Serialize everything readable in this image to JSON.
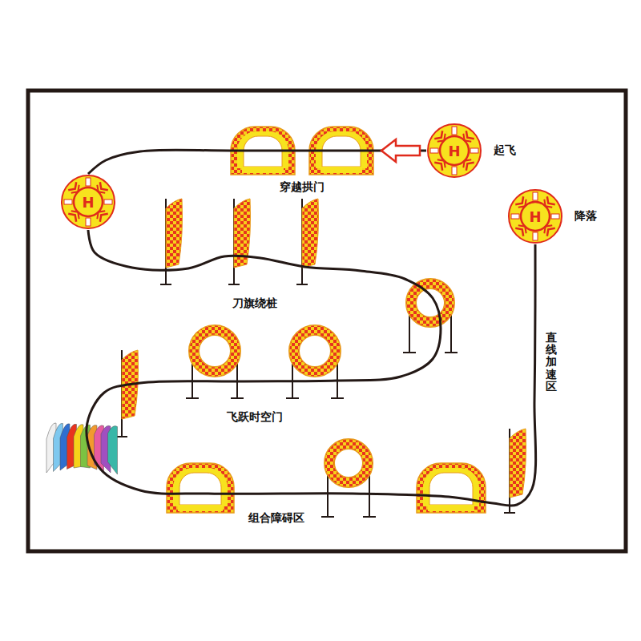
{
  "diagram": {
    "nodes": [
      {
        "text": [
          "H",
          "起飞"
        ]
      },
      {
        "text": [
          "H"
        ]
      },
      {
        "text": [
          "H",
          "降落"
        ]
      }
    ],
    "edges": [
      {
        "from": 0,
        "to": 1,
        "arrow": "none"
      },
      {
        "from": 1,
        "to": 2,
        "arrow": "none"
      }
    ],
    "labels": [
      "穿越拱门",
      "刀旗绕桩",
      "飞跃时空门",
      "组合障碍区",
      "直线加速区"
    ]
  }
}
